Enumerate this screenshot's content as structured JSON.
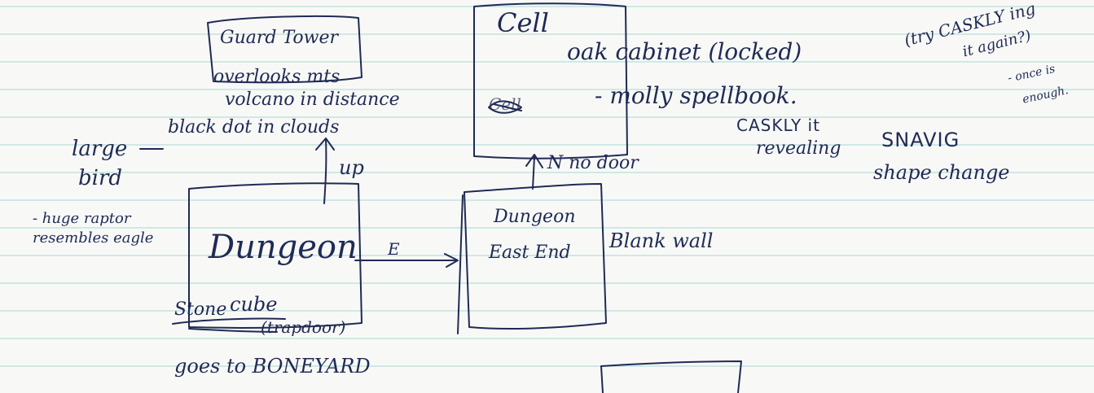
{
  "guard_tower": {
    "title": "Guard Tower",
    "line1": "overlooks mts",
    "line2": "volcano in distance",
    "line3": "black dot in clouds"
  },
  "large_bird": {
    "line1": "large",
    "line2": "bird",
    "line3": "- huge raptor",
    "line4": "resembles eagle"
  },
  "up_label": "up",
  "dungeon": {
    "title": "Dungeon",
    "struck": "Stone",
    "item": "cube",
    "trapdoor": "(trapdoor)",
    "goes_to": "goes to BONEYARD"
  },
  "east_label": "E",
  "dungeon_east": {
    "title_line1": "Dungeon",
    "title_line2": "East End",
    "blank_wall": "Blank wall"
  },
  "north_label": "N no door",
  "cell": {
    "title": "Cell",
    "cabinet": "oak cabinet (locked)",
    "struck": "Cell",
    "spellbook": "- molly spellbook.",
    "spell1": "CASKLY it",
    "spell1_note": "revealing",
    "spell2": "SNAVIG",
    "spell2_note": "shape change"
  },
  "side_note": {
    "line1": "(try CASKLY ing",
    "line2": "it again?)",
    "line3": "- once is",
    "line4": "enough."
  },
  "colors": {
    "ink": "#1f2a56",
    "rule_lines": "#b7dedb",
    "paper": "#f8f9f6"
  }
}
